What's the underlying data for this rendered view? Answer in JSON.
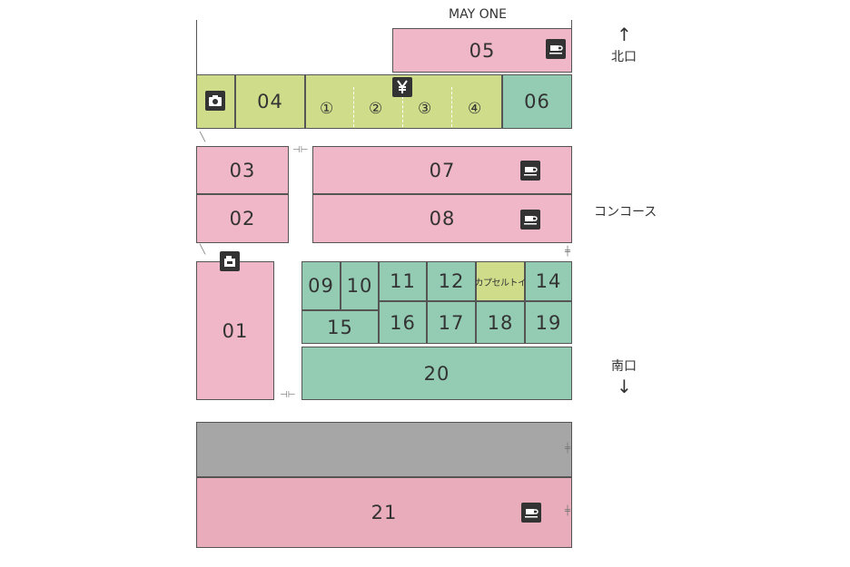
{
  "labels": {
    "may_one": "MAY ONE",
    "north_exit": "北口",
    "south_exit": "南口",
    "concourse": "コンコース"
  },
  "arrows": {
    "up": "↑",
    "down": "↓"
  },
  "blocks": {
    "b01": "01",
    "b02": "02",
    "b03": "03",
    "b04": "04",
    "b05": "05",
    "b06": "06",
    "b07": "07",
    "b08": "08",
    "b09": "09",
    "b10": "10",
    "b11": "11",
    "b12": "12",
    "b13": "カプセルトイ",
    "b14": "14",
    "b15": "15",
    "b16": "16",
    "b17": "17",
    "b18": "18",
    "b19": "19",
    "b20": "20",
    "b21": "21"
  },
  "atm_booths": [
    "①",
    "②",
    "③",
    "④"
  ],
  "icons": {
    "cafe": "coffee-cup-icon",
    "camera": "camera-icon",
    "atm": "yen-icon",
    "locker": "locker-icon"
  },
  "colors": {
    "retail": "#efb7c7",
    "service": "#cfdd8a",
    "food": "#93cbb3",
    "closed": "#a6a6a6"
  }
}
